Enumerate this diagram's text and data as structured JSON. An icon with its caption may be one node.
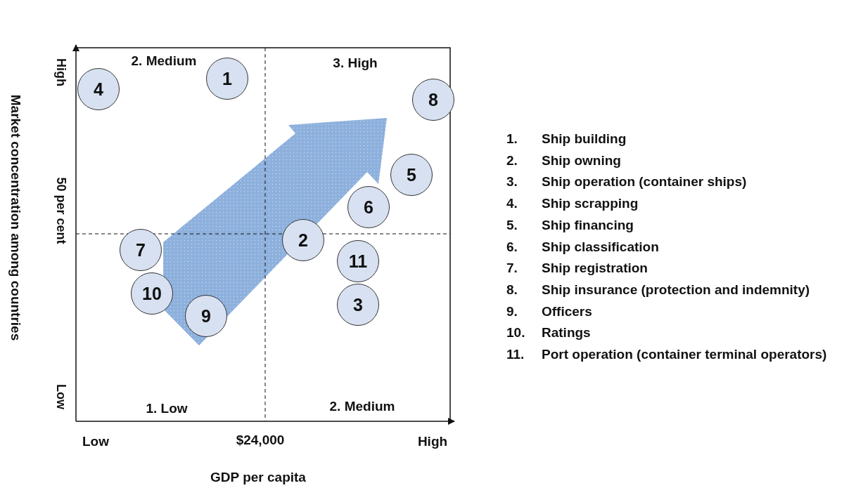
{
  "diagram": {
    "nodes": [
      {
        "text": [
          "4"
        ]
      },
      {
        "text": [
          "1"
        ]
      },
      {
        "text": [
          "8"
        ]
      },
      {
        "text": [
          "5"
        ]
      },
      {
        "text": [
          "6"
        ]
      },
      {
        "text": [
          "2"
        ]
      },
      {
        "text": [
          "7"
        ]
      },
      {
        "text": [
          "11"
        ]
      },
      {
        "text": [
          "10"
        ]
      },
      {
        "text": [
          "3"
        ]
      },
      {
        "text": [
          "9"
        ]
      }
    ],
    "edges": [],
    "labels": [
      "2. Medium",
      "3. High",
      "High",
      "50 per cent",
      "Low",
      "Market concentration among countries",
      "1. Low",
      "2. Medium",
      "Low",
      "$24,000",
      "High",
      "GDP per capita",
      "1.",
      "Ship building",
      "2.",
      "Ship owning",
      "3.",
      "Ship operation (container ships)",
      "4.",
      "Ship scrapping",
      "5.",
      "Ship financing",
      "6.",
      "Ship classification",
      "7.",
      "Ship registration",
      "8.",
      "Ship insurance (protection and indemnity)",
      "9.",
      "Officers",
      "10.",
      "Ratings",
      "11.",
      "Port operation (container terminal operators)"
    ]
  }
}
